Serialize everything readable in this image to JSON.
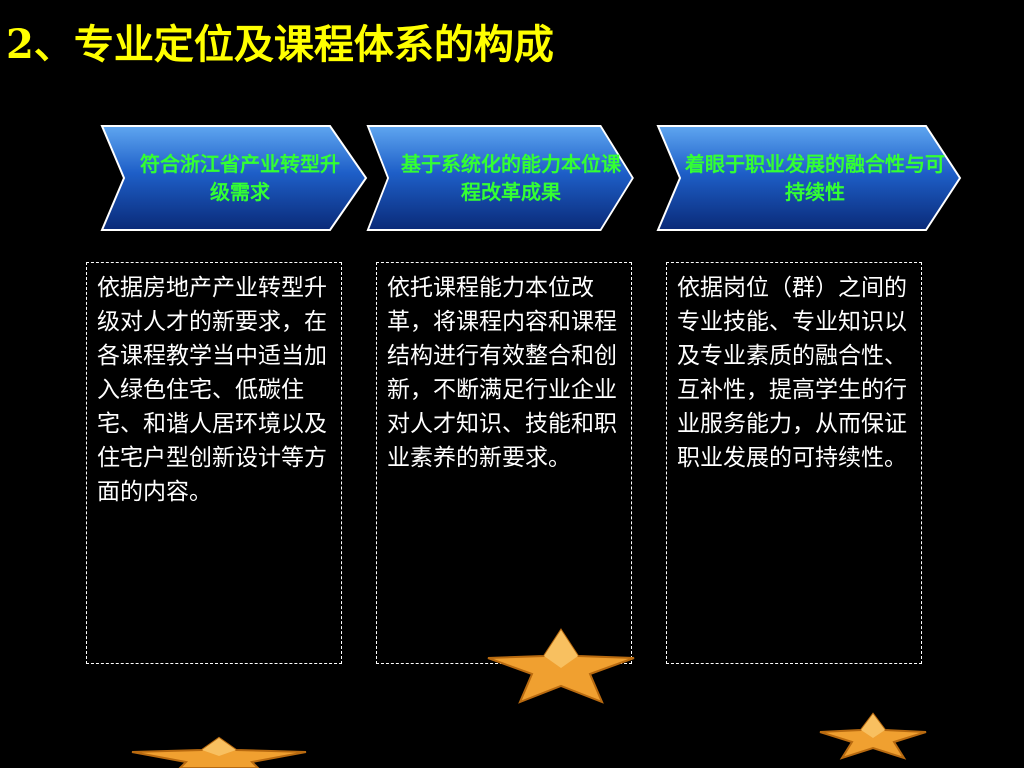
{
  "title": "2、专业定位及课程体系的构成",
  "colors": {
    "background": "#000000",
    "title": "#FFFF00",
    "chevron_fill": "#1E5FC8",
    "chevron_text": "#33FF33",
    "body_text": "#FFFFFF",
    "star": "#F0A030"
  },
  "steps": [
    {
      "label": "符合浙江省产业转型升级需求",
      "description": "依据房地产产业转型升级对人才的新要求，在各课程教学当中适当加入绿色住宅、低碳住宅、和谐人居环境以及住宅户型创新设计等方面的内容。"
    },
    {
      "label": "基于系统化的能力本位课程改革成果",
      "description": "依托课程能力本位改革，将课程内容和课程结构进行有效整合和创新，不断满足行业企业对人才知识、技能和职业素养的新要求。"
    },
    {
      "label": "着眼于职业发展的融合性与可持续性",
      "description": "依据岗位（群）之间的专业技能、专业知识以及专业素质的融合性、互补性，提高学生的行业服务能力，从而保证职业发展的可持续性。"
    }
  ]
}
